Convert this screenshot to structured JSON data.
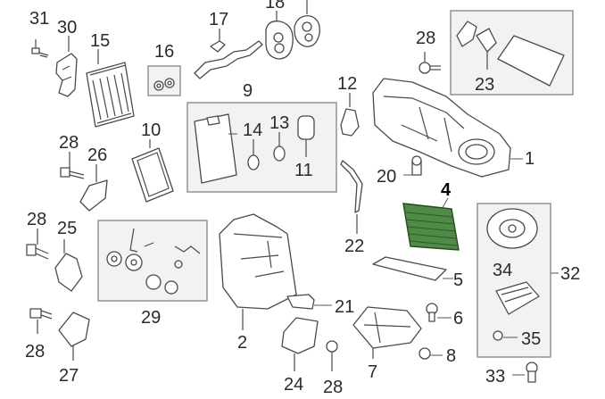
{
  "callouts": {
    "c1": "1",
    "c2": "2",
    "c4": "4",
    "c5": "5",
    "c6": "6",
    "c7": "7",
    "c8": "8",
    "c9": "9",
    "c10": "10",
    "c11": "11",
    "c12": "12",
    "c13": "13",
    "c14": "14",
    "c15": "15",
    "c16": "16",
    "c17": "17",
    "c18": "18",
    "c20": "20",
    "c21": "21",
    "c22": "22",
    "c23": "23",
    "c24": "24",
    "c25": "25",
    "c26": "26",
    "c27": "27",
    "c28a": "28",
    "c28b": "28",
    "c28c": "28",
    "c28d": "28",
    "c28e": "28",
    "c29": "29",
    "c30": "30",
    "c31": "31",
    "c32": "32",
    "c33": "33",
    "c34": "34",
    "c35": "35"
  },
  "highlight": {
    "part": "4",
    "color": "#4f8a47"
  }
}
